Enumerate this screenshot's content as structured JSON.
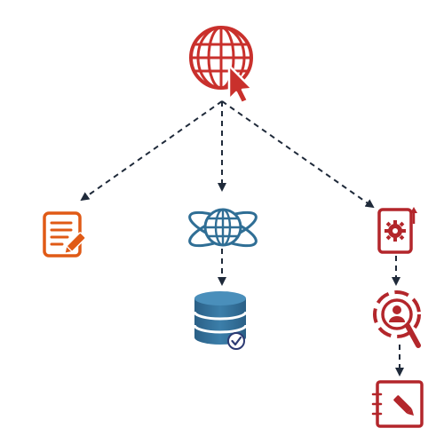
{
  "diagram": {
    "nodes": [
      {
        "id": "root",
        "icon": "globe-cursor-icon",
        "color": "#c9302c"
      },
      {
        "id": "left",
        "icon": "document-edit-icon",
        "color": "#e05a16"
      },
      {
        "id": "middle",
        "icon": "orbit-globe-icon",
        "color": "#2f6e95"
      },
      {
        "id": "middle-child",
        "icon": "database-check-icon",
        "color": "#2f6e95",
        "accent": "#2c3a73"
      },
      {
        "id": "right",
        "icon": "settings-card-icon",
        "color": "#b3262b"
      },
      {
        "id": "right-child-1",
        "icon": "search-user-icon",
        "color": "#b3262b"
      },
      {
        "id": "right-child-2",
        "icon": "notebook-edit-icon",
        "color": "#b3262b"
      }
    ],
    "edges": [
      {
        "from": "root",
        "to": "left",
        "style": "dashed"
      },
      {
        "from": "root",
        "to": "middle",
        "style": "dashed"
      },
      {
        "from": "root",
        "to": "right",
        "style": "dashed"
      },
      {
        "from": "middle",
        "to": "middle-child",
        "style": "dashed"
      },
      {
        "from": "right",
        "to": "right-child-1",
        "style": "dashed"
      },
      {
        "from": "right-child-1",
        "to": "right-child-2",
        "style": "dashed"
      }
    ],
    "edge_color": "#1f2a3a"
  }
}
